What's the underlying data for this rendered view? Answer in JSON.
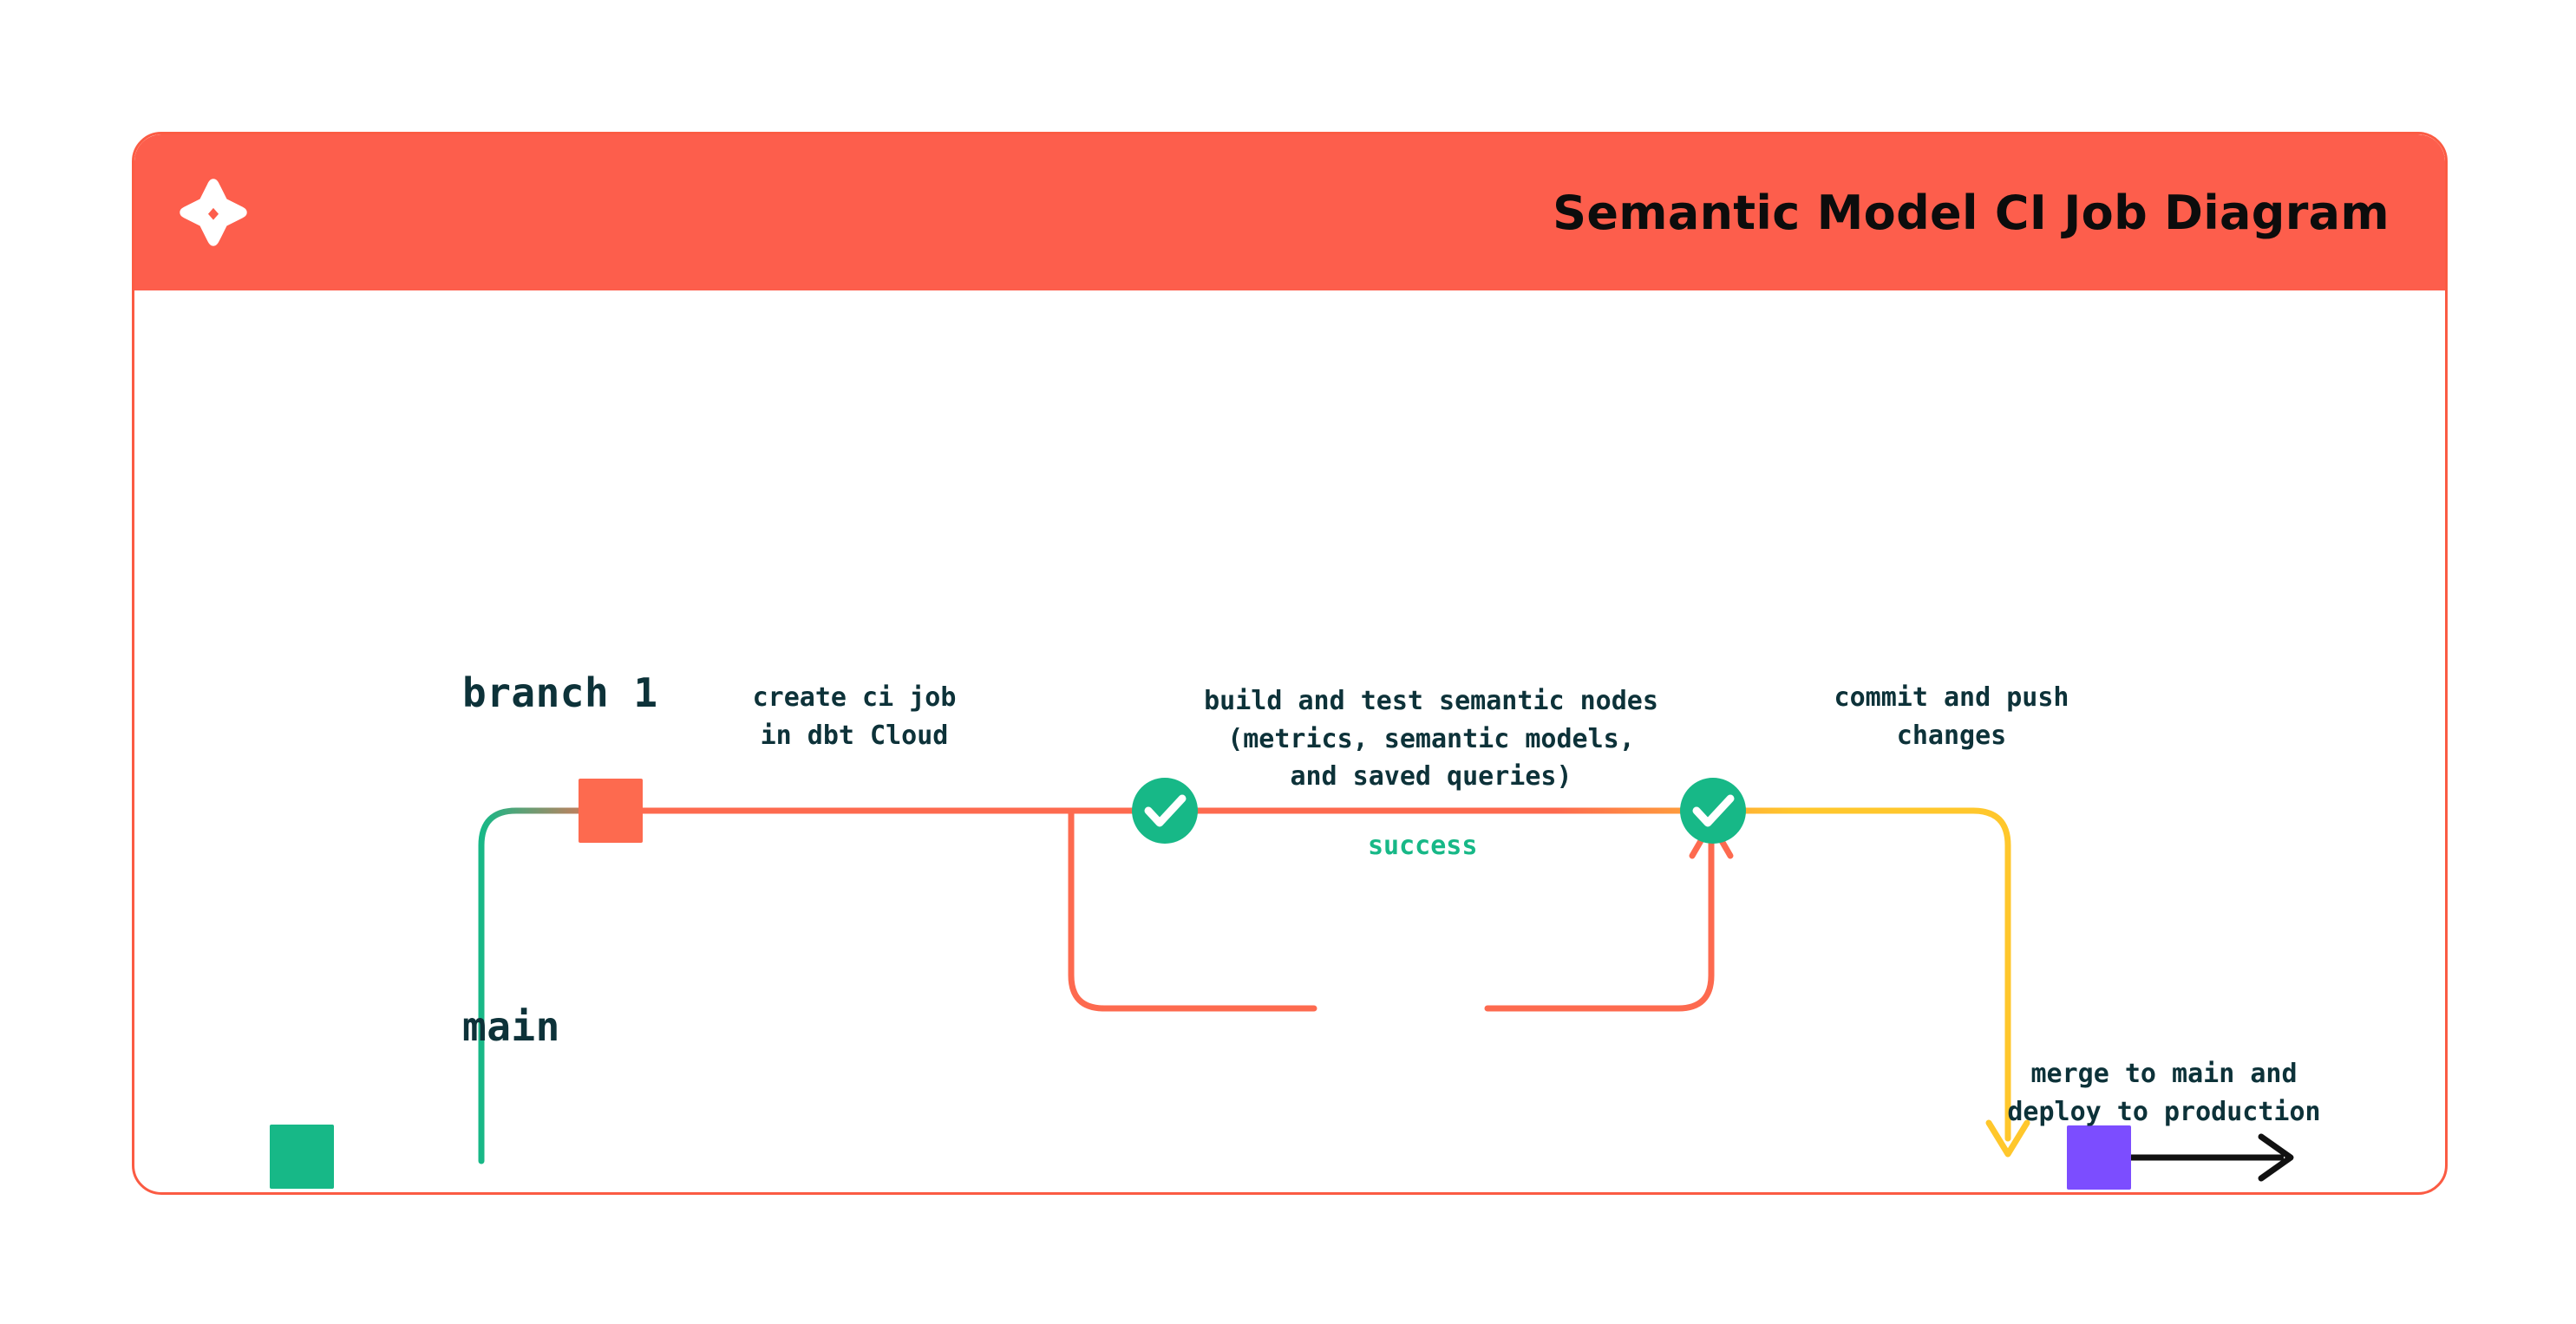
{
  "header": {
    "logo_icon": "dbt-logo-icon",
    "title": "Semantic Model CI Job Diagram",
    "background_color": "#FD5E4C",
    "title_color": "#0c0c0c"
  },
  "card": {
    "border_color": "#FB5B43",
    "background_color": "#FFFFFF"
  },
  "diagram": {
    "type": "git-branch-flow",
    "lanes": [
      {
        "id": "branch-1",
        "label": "branch 1",
        "label_color": "#0D3239",
        "line_color_start": "#17B887",
        "line_color_end": "#FFC72C"
      },
      {
        "id": "main",
        "label": "main",
        "label_color": "#0D3239",
        "line_color_start": "#17B887",
        "line_color_end": "#111111"
      }
    ],
    "nodes": [
      {
        "id": "create-ci-job",
        "shape": "square",
        "color": "#FD6A4F",
        "lane": "branch-1",
        "caption": "create ci job\nin dbt Cloud"
      },
      {
        "id": "build-and-test",
        "shape": "circle-check",
        "color": "#17B887",
        "icon": "check-icon",
        "lane": "branch-1",
        "caption": "build and test semantic nodes\n(metrics, semantic models,\nand saved queries)"
      },
      {
        "id": "commit-and-push",
        "shape": "circle-check",
        "color": "#17B887",
        "icon": "check-icon",
        "lane": "branch-1",
        "caption": "commit and push\nchanges"
      },
      {
        "id": "merge-to-main",
        "shape": "square",
        "color": "#7C4DFF",
        "lane": "main",
        "caption": "merge to main and\ndeploy to production"
      }
    ],
    "edges": [
      {
        "id": "branch-out",
        "from": "main",
        "to": "branch-1",
        "color_start": "#17B887",
        "color_end": "#FD6A4F",
        "arrow": false
      },
      {
        "id": "success-loop",
        "from": "build-and-test",
        "to": "branch-1",
        "label": "success",
        "label_color": "#17B887",
        "color": "#FD6A4F",
        "arrow": true,
        "arrow_direction": "up"
      },
      {
        "id": "merge-back",
        "from": "commit-and-push",
        "to": "main",
        "color": "#FFC72C",
        "arrow": true,
        "arrow_direction": "down"
      },
      {
        "id": "main-continues",
        "from": "merge-to-main",
        "to": "end",
        "color": "#111111",
        "arrow": true,
        "arrow_direction": "right"
      }
    ]
  },
  "colors": {
    "orange": "#FD6A4F",
    "orange_header": "#FD5E4C",
    "orange_border": "#FB5B43",
    "teal": "#17B887",
    "yellow": "#FFC72C",
    "purple": "#7C4DFF",
    "dark_text": "#0D3239",
    "black": "#111111"
  }
}
